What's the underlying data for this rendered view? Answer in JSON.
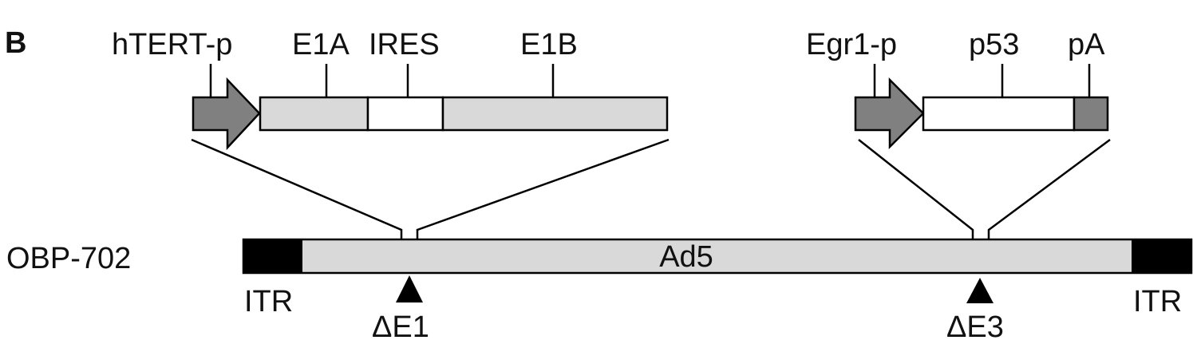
{
  "panel_label": "B",
  "construct_name": "OBP-702",
  "backbone": {
    "label": "Ad5",
    "left_end": "ITR",
    "right_end": "ITR",
    "deletions": [
      {
        "label": "ΔE1"
      },
      {
        "label": "ΔE3"
      }
    ]
  },
  "cassette_1": {
    "promoter": "hTERT-p",
    "elements": [
      "E1A",
      "IRES",
      "E1B"
    ]
  },
  "cassette_2": {
    "promoter": "Egr1-p",
    "elements": [
      "p53",
      "pA"
    ]
  },
  "colors": {
    "promoter": "#808080",
    "gene_light": "#d9d9d9",
    "white": "#ffffff",
    "itr": "#000000",
    "pA": "#808080"
  }
}
